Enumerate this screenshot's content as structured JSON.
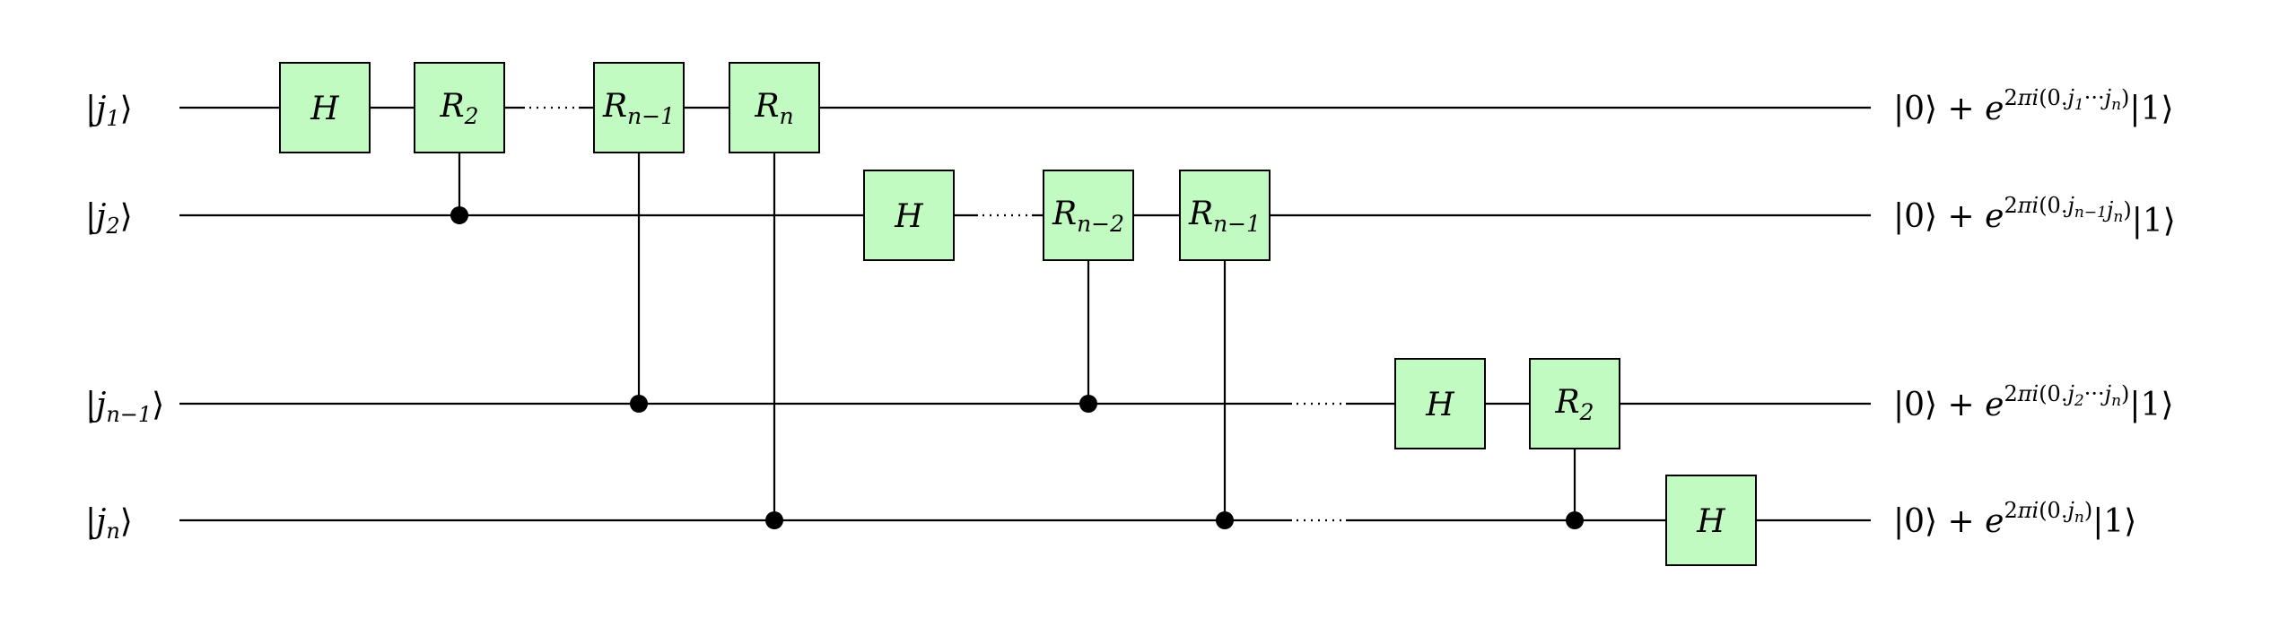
{
  "diagram": {
    "inputs": [
      {
        "pre": "|",
        "var": "j",
        "sub": "1",
        "post": "⟩"
      },
      {
        "pre": "|",
        "var": "j",
        "sub": "2",
        "post": "⟩"
      },
      {
        "pre": "|",
        "var": "j",
        "sub": "n−1",
        "post": "⟩"
      },
      {
        "pre": "|",
        "var": "j",
        "sub": "n",
        "post": "⟩"
      }
    ],
    "gates": [
      {
        "label": "H",
        "sub": ""
      },
      {
        "label": "R",
        "sub": "2"
      },
      {
        "label": "R",
        "sub": "n−1"
      },
      {
        "label": "R",
        "sub": "n"
      },
      {
        "label": "H",
        "sub": ""
      },
      {
        "label": "R",
        "sub": "n−2"
      },
      {
        "label": "R",
        "sub": "n−1"
      },
      {
        "label": "H",
        "sub": ""
      },
      {
        "label": "R",
        "sub": "2"
      },
      {
        "label": "H",
        "sub": ""
      }
    ],
    "outputs": [
      {
        "ket0": "|0⟩ + ",
        "e": "e",
        "exp_pre": "2",
        "exp_pi": "πi",
        "exp_mid": "(0.",
        "j1": "j",
        "j1s": "1",
        "dots": "···",
        "j2": "j",
        "j2s": "n",
        "exp_end": ")",
        "ket1": "|1⟩"
      },
      {
        "ket0": "|0⟩ + ",
        "e": "e",
        "exp_pre": "2",
        "exp_pi": "πi",
        "exp_mid": "(0.",
        "j1": "j",
        "j1s": "n−1",
        "dots": "",
        "j2": "j",
        "j2s": "n",
        "exp_end": ")",
        "ket1": "|1⟩"
      },
      {
        "ket0": "|0⟩ + ",
        "e": "e",
        "exp_pre": "2",
        "exp_pi": "πi",
        "exp_mid": "(0.",
        "j1": "j",
        "j1s": "2",
        "dots": "···",
        "j2": "j",
        "j2s": "n",
        "exp_end": ")",
        "ket1": "|1⟩"
      },
      {
        "ket0": "|0⟩ + ",
        "e": "e",
        "exp_pre": "2",
        "exp_pi": "πi",
        "exp_mid": "(0.",
        "j1": "j",
        "j1s": "n",
        "dots": "",
        "j2": "",
        "j2s": "",
        "exp_end": ")",
        "ket1": "|1⟩"
      }
    ],
    "colors": {
      "gate_fill": "#c1fbc1",
      "line": "#000000"
    }
  }
}
